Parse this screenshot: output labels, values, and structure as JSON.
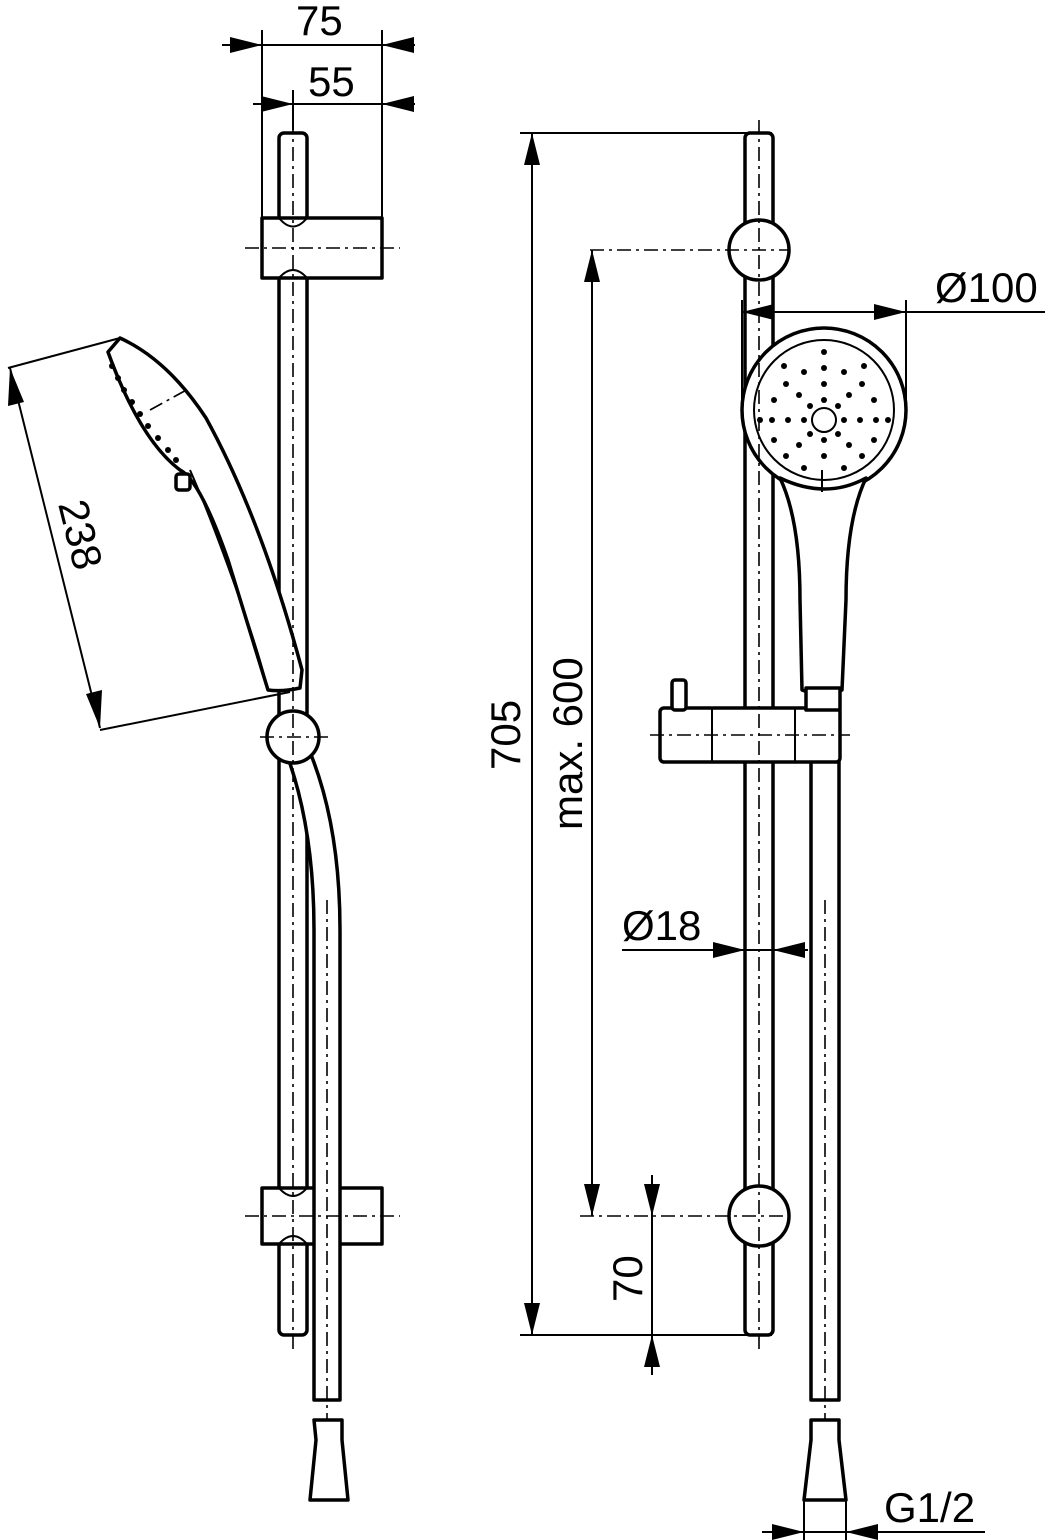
{
  "drawing": {
    "dimensions": {
      "width_overall": "75",
      "width_wall": "55",
      "handshower_length": "238",
      "height_overall": "705",
      "adjust_range": "max. 600",
      "diameter_head": "Ø100",
      "diameter_rail": "Ø18",
      "bottom_offset": "70",
      "thread": "G1/2"
    }
  }
}
